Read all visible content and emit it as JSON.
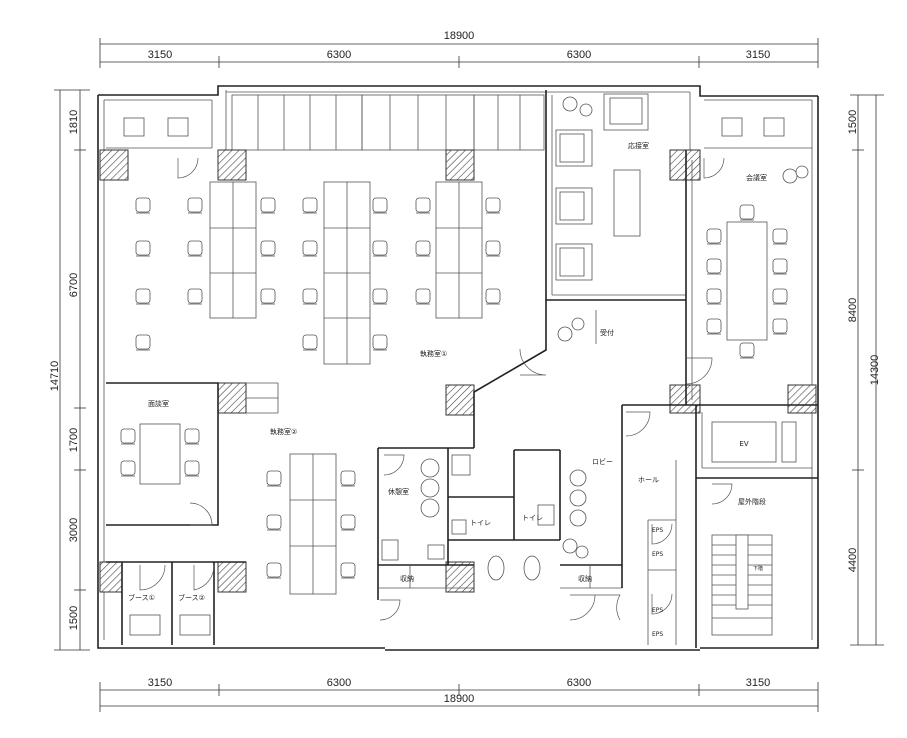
{
  "dimensions": {
    "top_total": "18900",
    "top_segments": [
      "3150",
      "6300",
      "6300",
      "3150"
    ],
    "bottom_total": "18900",
    "bottom_segments": [
      "3150",
      "6300",
      "6300",
      "3150"
    ],
    "left_total": "14710",
    "left_segments": [
      "1810",
      "6700",
      "1700",
      "3000",
      "1500"
    ],
    "right_total": "14300",
    "right_segments": [
      "1500",
      "8400",
      "4400"
    ]
  },
  "rooms": {
    "reception_room": "応接室",
    "meeting_room": "会議室",
    "office_1": "執務室①",
    "office_2": "執務室②",
    "interview_room": "面談室",
    "reception_desk": "受付",
    "rest_room": "休憩室",
    "toilet_1": "トイレ",
    "toilet_2": "トイレ",
    "lobby": "ロビー",
    "hall": "ホール",
    "ev": "EV",
    "outdoor_stairs": "屋外階段",
    "booth_1": "ブース①",
    "booth_2": "ブース②",
    "storage_1": "収納",
    "storage_2": "収納",
    "eps_1": "EPS",
    "eps_2": "EPS",
    "eps_3": "EPS",
    "eps_4": "EPS",
    "fire_door": "下階"
  }
}
